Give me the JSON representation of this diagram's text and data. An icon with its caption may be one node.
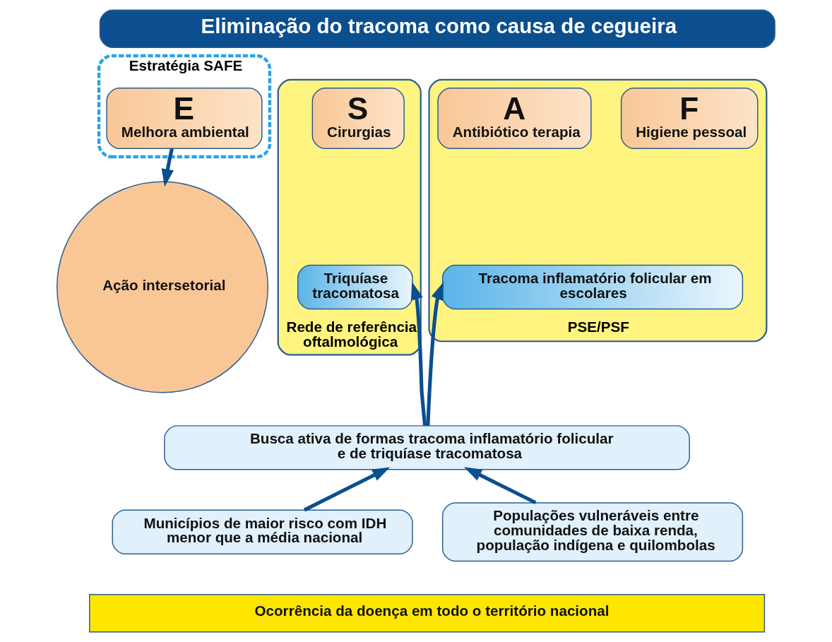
{
  "diagram": {
    "nodes": [
      {
        "text": [
          "Eliminação do tracoma como causa de cegueira"
        ]
      },
      {
        "text": [
          "Estratégia SAFE"
        ]
      },
      {
        "text": [
          "Rede de referência oftalmológica"
        ]
      },
      {
        "text": [
          "S",
          "Cirurgias"
        ],
        "in": 2
      },
      {
        "text": [
          "Triquíase tracomatosa"
        ],
        "in": 2
      },
      {
        "text": [
          "PSE/PSF"
        ]
      },
      {
        "text": [
          "A",
          "Antibiótico terapia"
        ],
        "in": 5
      },
      {
        "text": [
          "F",
          "Higiene pessoal"
        ],
        "in": 5
      },
      {
        "text": [
          "Tracoma inflamatório folicular em escolares"
        ],
        "in": 5
      },
      {
        "text": [
          "E",
          "Melhora ambiental"
        ],
        "in": 1
      },
      {
        "text": [
          "Ação intersetorial"
        ]
      },
      {
        "text": [
          "Busca ativa de formas tracoma inflamatório folicular e de triquíase tracomatosa"
        ]
      },
      {
        "text": [
          "Municípios de maior risco com IDH menor que a média nacional"
        ]
      },
      {
        "text": [
          "Populações vulneráveis entre comunidades de baixa renda, população indígena e quilombolas"
        ]
      },
      {
        "text": [
          "Ocorrência da doença em todo o território nacional"
        ]
      }
    ],
    "edges": [
      {
        "from": 9,
        "to": 10,
        "arrow": "to"
      },
      {
        "from": 11,
        "to": 4,
        "arrow": "to"
      },
      {
        "from": 11,
        "to": 8,
        "arrow": "to"
      },
      {
        "from": 12,
        "to": 11,
        "arrow": "to"
      },
      {
        "from": 13,
        "to": 11,
        "arrow": "to"
      }
    ]
  }
}
